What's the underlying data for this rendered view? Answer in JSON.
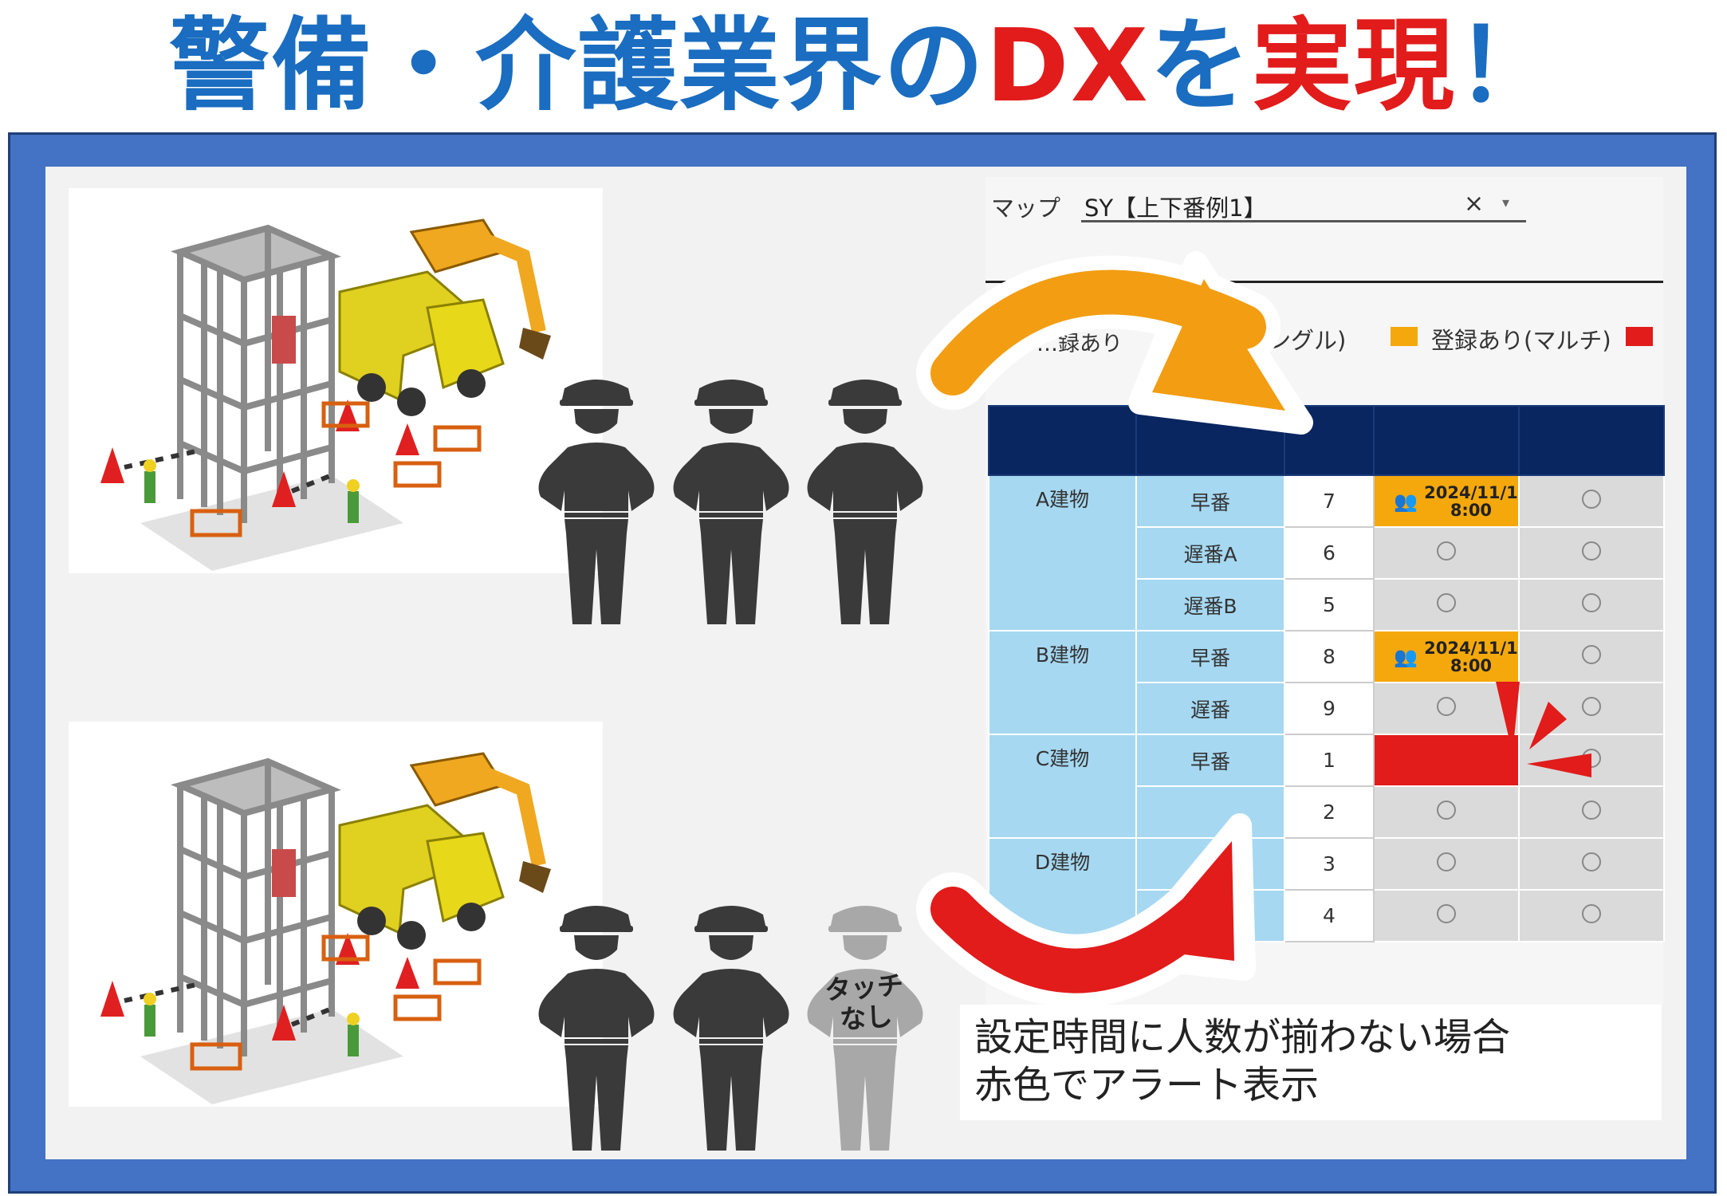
{
  "headline": {
    "part1": "警備・介護業界の",
    "part2": "DX",
    "part3": "を",
    "part4": "実現",
    "part5": "！"
  },
  "colors": {
    "headline_blue": "#1a6dc0",
    "headline_red": "#e21b1b",
    "frame_blue": "#4472c4",
    "table_header_navy": "#0a2660",
    "building_col_lightblue": "#a6d8f1",
    "registered_orange": "#f5a80c",
    "alert_red": "#e21b1b",
    "arrow_orange": "#f29d12"
  },
  "scenes": [
    {
      "image": "construction-site",
      "guards": [
        "guard",
        "guard",
        "guard"
      ]
    },
    {
      "image": "construction-site",
      "guards": [
        "guard",
        "guard",
        "guard-missing"
      ],
      "missing_label_line1": "タッチ",
      "missing_label_line2": "なし"
    }
  ],
  "app": {
    "map_label": "マップ",
    "map_value": "SY【上下番例1】",
    "clear_icon": "×",
    "dropdown_icon": "▾",
    "legend": {
      "partial_text": "…録あり",
      "single_text": "ングル)",
      "multi_text": "登録あり(マルチ)"
    },
    "rows": [
      {
        "building": "A建物",
        "shift": "早番",
        "count": "7",
        "cell1": {
          "kind": "reg",
          "date": "2024/11/1",
          "time": "8:00"
        },
        "cell2": {
          "kind": "circle"
        }
      },
      {
        "building": "",
        "shift": "遅番A",
        "count": "6",
        "cell1": {
          "kind": "circle"
        },
        "cell2": {
          "kind": "circle"
        }
      },
      {
        "building": "",
        "shift": "遅番B",
        "count": "5",
        "cell1": {
          "kind": "circle"
        },
        "cell2": {
          "kind": "circle"
        }
      },
      {
        "building": "B建物",
        "shift": "早番",
        "count": "8",
        "cell1": {
          "kind": "reg",
          "date": "2024/11/1",
          "time": "8:00"
        },
        "cell2": {
          "kind": "circle"
        }
      },
      {
        "building": "",
        "shift": "遅番",
        "count": "9",
        "cell1": {
          "kind": "circle"
        },
        "cell2": {
          "kind": "circle"
        }
      },
      {
        "building": "C建物",
        "shift": "早番",
        "count": "1",
        "cell1": {
          "kind": "alert"
        },
        "cell2": {
          "kind": "circle"
        }
      },
      {
        "building": "",
        "shift": "",
        "count": "2",
        "cell1": {
          "kind": "circle"
        },
        "cell2": {
          "kind": "circle"
        }
      },
      {
        "building": "D建物",
        "shift": "",
        "count": "3",
        "cell1": {
          "kind": "circle"
        },
        "cell2": {
          "kind": "circle"
        }
      },
      {
        "building": "",
        "shift": "",
        "count": "4",
        "cell1": {
          "kind": "circle"
        },
        "cell2": {
          "kind": "circle"
        }
      }
    ]
  },
  "note": {
    "line1": "設定時間に人数が揃わない場合",
    "line2": "赤色でアラート表示"
  }
}
